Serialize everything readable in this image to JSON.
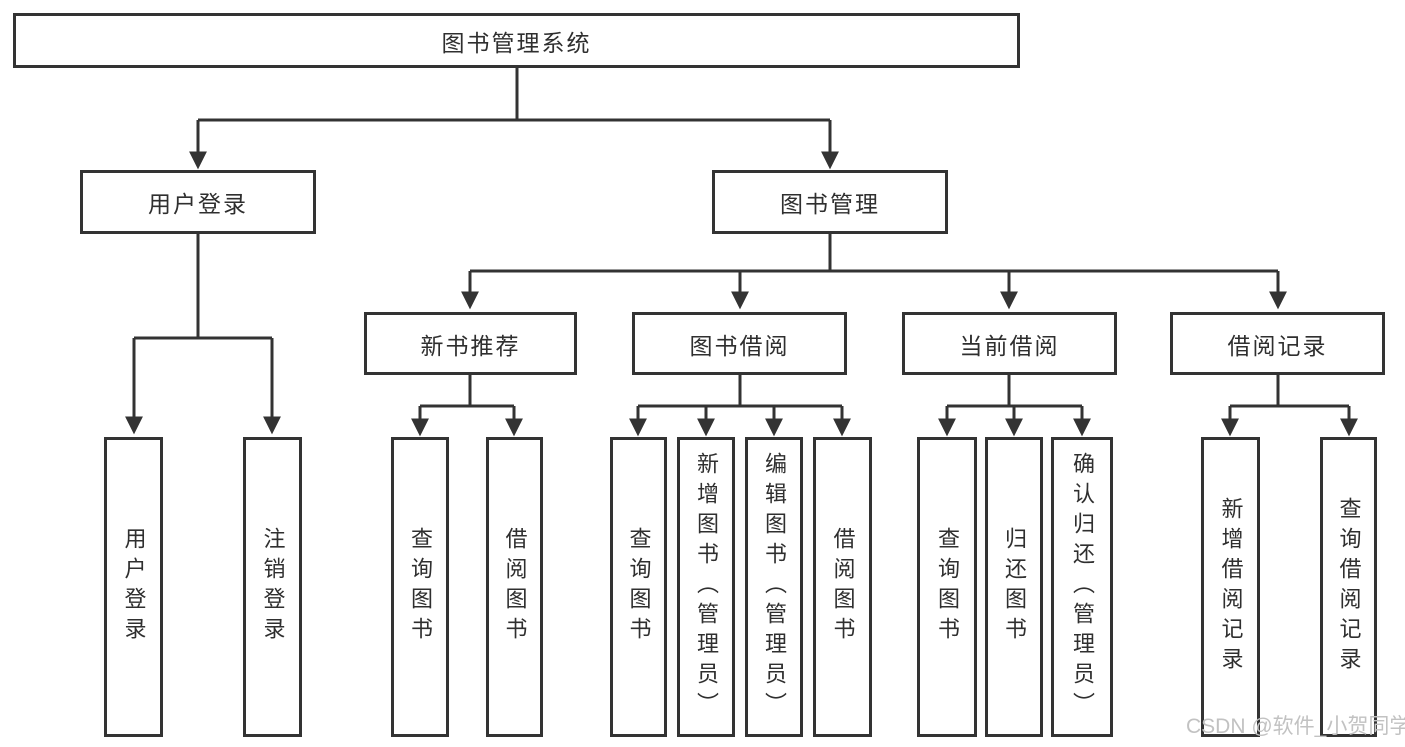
{
  "tree": {
    "root": {
      "label": "图书管理系统"
    },
    "branches": [
      {
        "label": "用户登录",
        "children": [
          {
            "label": "用户登录"
          },
          {
            "label": "注销登录"
          }
        ]
      },
      {
        "label": "图书管理",
        "children": [
          {
            "label": "新书推荐",
            "children": [
              {
                "label": "查询图书"
              },
              {
                "label": "借阅图书"
              }
            ]
          },
          {
            "label": "图书借阅",
            "children": [
              {
                "label": "查询图书"
              },
              {
                "label": "新增图书（管理员）"
              },
              {
                "label": "编辑图书（管理员）"
              },
              {
                "label": "借阅图书"
              }
            ]
          },
          {
            "label": "当前借阅",
            "children": [
              {
                "label": "查询图书"
              },
              {
                "label": "归还图书"
              },
              {
                "label": "确认归还（管理员）"
              }
            ]
          },
          {
            "label": "借阅记录",
            "children": [
              {
                "label": "新增借阅记录"
              },
              {
                "label": "查询借阅记录"
              }
            ]
          }
        ]
      }
    ]
  },
  "watermark": {
    "text": "CSDN @软件_小贺同学"
  },
  "colors": {
    "line": "#333333",
    "text": "#2f2f2f",
    "watermark": "#c2c2c2",
    "background": "#ffffff"
  }
}
